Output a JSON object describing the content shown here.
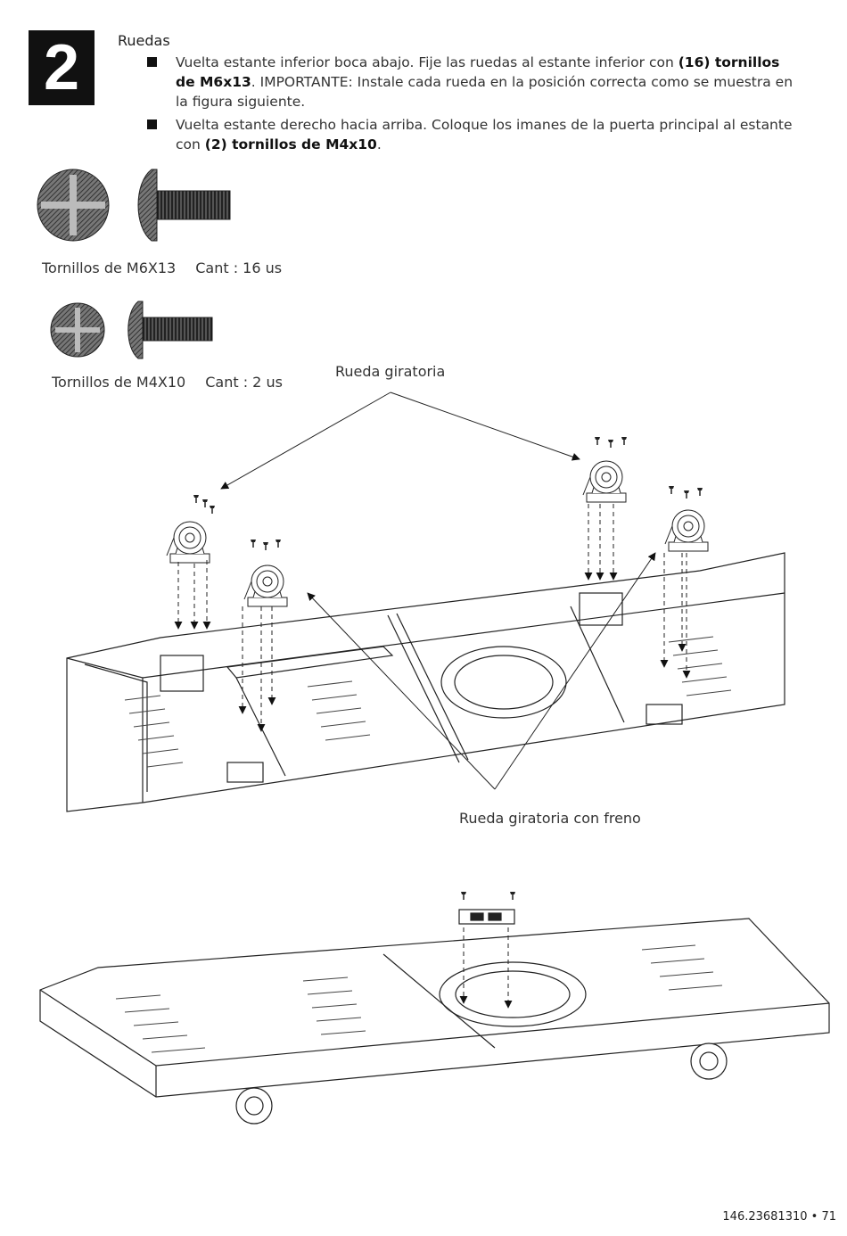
{
  "step": {
    "number": "2",
    "title": "Ruedas"
  },
  "instructions": [
    {
      "parts": [
        {
          "text": "Vuelta estante inferior boca abajo. Fije las ruedas al estante inferior con ",
          "bold": false
        },
        {
          "text": "(16) tornillos de M6x13",
          "bold": true
        },
        {
          "text": ". IMPORTANTE: Instale cada rueda en la posición correcta como se muestra en la figura siguiente.",
          "bold": false
        }
      ]
    },
    {
      "parts": [
        {
          "text": "Vuelta estante derecho hacia arriba. Coloque los imanes de la puerta principal al estante con ",
          "bold": false
        },
        {
          "text": "(2) tornillos de M4x10",
          "bold": true
        },
        {
          "text": ".",
          "bold": false
        }
      ]
    }
  ],
  "hardware": [
    {
      "name": "Tornillos de M6X13",
      "qty": "Cant : 16 us"
    },
    {
      "name": "Tornillos de M4X10",
      "qty": "Cant : 2 us"
    }
  ],
  "callouts": {
    "swivel": "Rueda giratoria",
    "swivel_brake": "Rueda giratoria con freno"
  },
  "footer": {
    "page": "146.23681310 • 71"
  }
}
